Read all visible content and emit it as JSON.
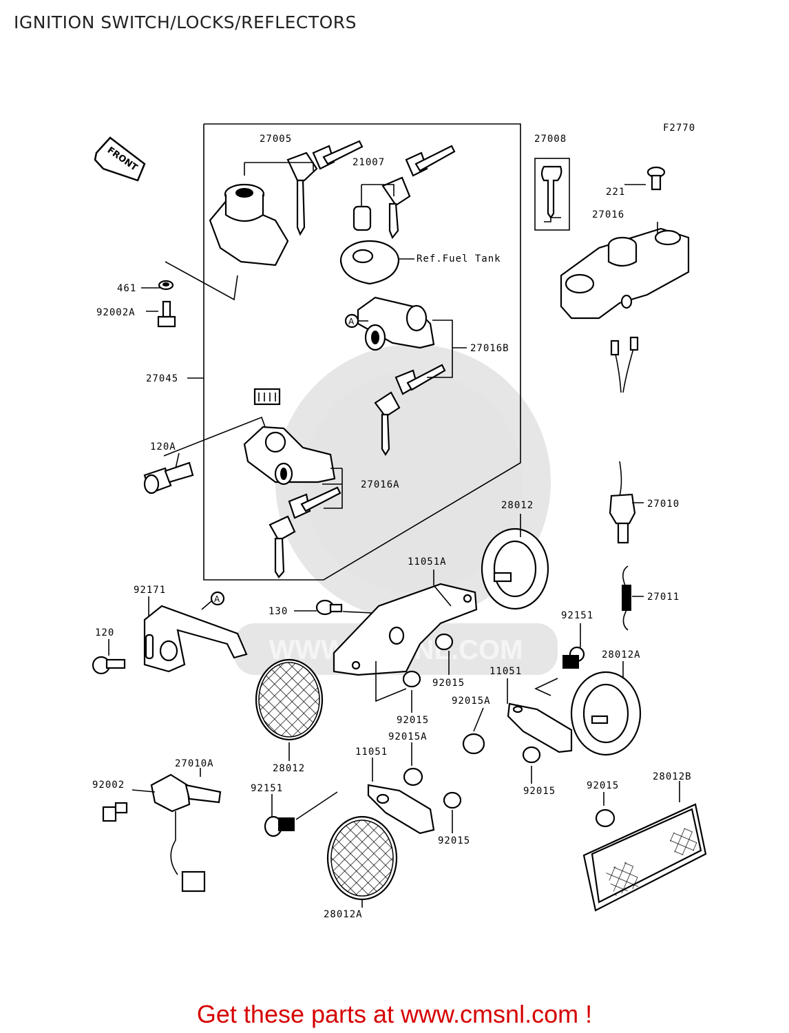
{
  "title": "IGNITION SWITCH/LOCKS/REFLECTORS",
  "figure_code": "F2770",
  "front_label": "FRONT",
  "watermark": "WWW.CMSNL.COM",
  "footer": "Get these parts at www.cmsnl.com !",
  "ref_note": "Ref.Fuel Tank",
  "callout_marker": "A",
  "parts": {
    "p27005": "27005",
    "p21007": "21007",
    "p27008": "27008",
    "p221": "221",
    "p27016": "27016",
    "p461": "461",
    "p92002A": "92002A",
    "p27016B": "27016B",
    "p27045": "27045",
    "p120A": "120A",
    "p27016A": "27016A",
    "p27010": "27010",
    "p28012_top": "28012",
    "p11051A": "11051A",
    "p92171": "92171",
    "p130": "130",
    "p120": "120",
    "p92151_r": "92151",
    "p27011": "27011",
    "p28012A_r": "28012A",
    "p92015_a": "92015",
    "p11051_r": "11051",
    "p92015_b": "92015",
    "p92015A_a": "92015A",
    "p92015A_b": "92015A",
    "p27010A": "27010A",
    "p28012_l": "28012",
    "p11051_b": "11051",
    "p92002": "92002",
    "p92151_l": "92151",
    "p92015_c": "92015",
    "p92015_d": "92015",
    "p28012B": "28012B",
    "p92015_e": "92015",
    "p28012A_b": "28012A"
  }
}
